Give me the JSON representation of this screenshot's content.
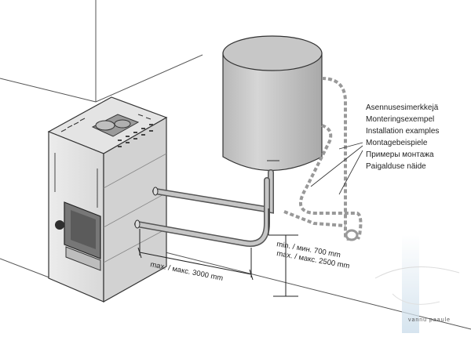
{
  "labels": {
    "examples": [
      "Asennusesimerkkejä",
      "Monteringsexempel",
      "Installation examples",
      "Montagebeispiele",
      "Примеры монтажа",
      "Paigalduse näide"
    ]
  },
  "dimensions": {
    "horizontal": "max. / макс. 3000 mm",
    "vertical_min": "min. / мин. 700 mm",
    "vertical_max": "max. / макс. 2500 mm"
  },
  "watermark": "vannu paaule"
}
